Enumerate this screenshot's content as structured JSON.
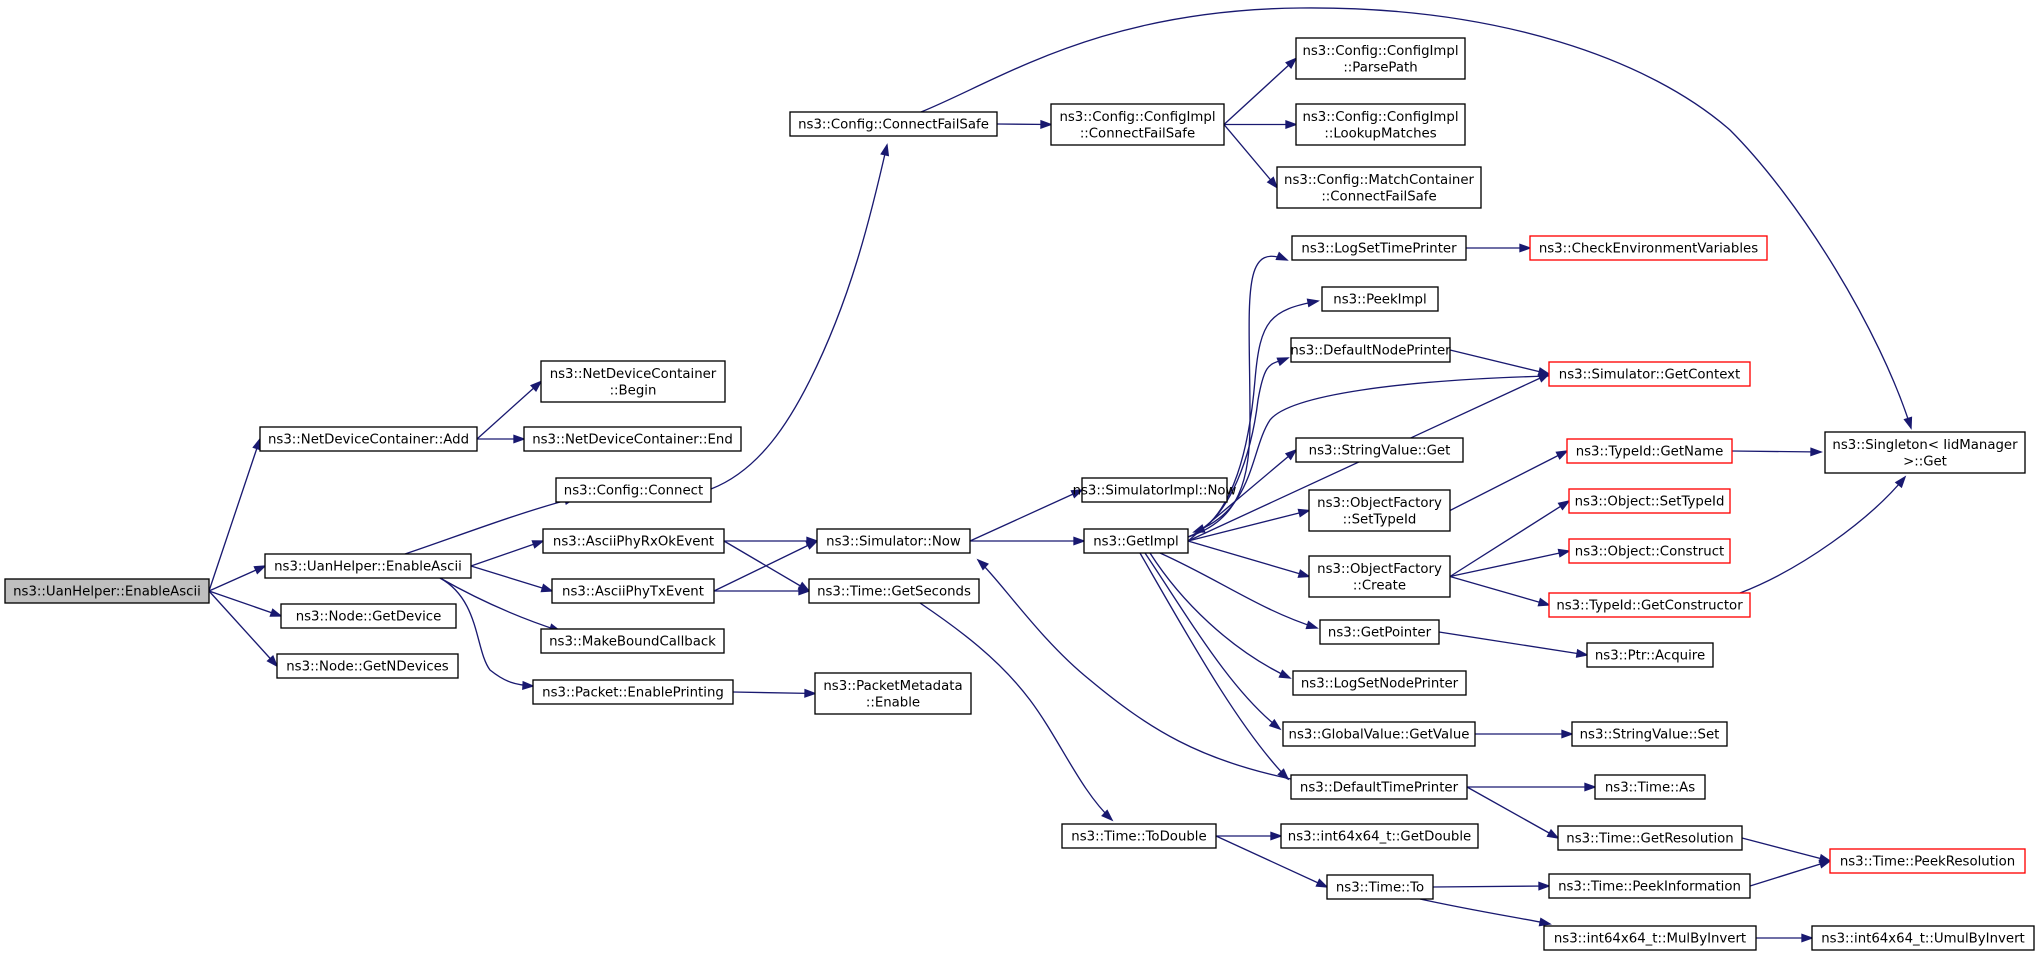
{
  "colors": {
    "edge": "#191970",
    "node_border": "#000000",
    "node_border_truncated": "#ff0000",
    "root_fill": "#bfbfbf",
    "node_fill": "#ffffff"
  },
  "nodes": [
    {
      "id": "n0",
      "lines": [
        "ns3::UanHelper::EnableAscii"
      ],
      "root": true
    },
    {
      "id": "n1",
      "lines": [
        "ns3::NetDeviceContainer::Add"
      ]
    },
    {
      "id": "n2",
      "lines": [
        "ns3::NetDeviceContainer",
        "::Begin"
      ]
    },
    {
      "id": "n3",
      "lines": [
        "ns3::NetDeviceContainer::End"
      ]
    },
    {
      "id": "n4",
      "lines": [
        "ns3::UanHelper::EnableAscii"
      ]
    },
    {
      "id": "n5",
      "lines": [
        "ns3::AsciiPhyRxOkEvent"
      ]
    },
    {
      "id": "n6",
      "lines": [
        "ns3::Simulator::Now"
      ]
    },
    {
      "id": "n7",
      "lines": [
        "ns3::GetImpl"
      ]
    },
    {
      "id": "n8",
      "lines": [
        "ns3::DefaultNodePrinter"
      ]
    },
    {
      "id": "n9",
      "lines": [
        "ns3::DefaultTimePrinter"
      ]
    },
    {
      "id": "n10",
      "lines": [
        "ns3::Time::As"
      ]
    },
    {
      "id": "n11",
      "lines": [
        "ns3::Time::GetResolution"
      ]
    },
    {
      "id": "n12",
      "lines": [
        "ns3::Time::PeekResolution"
      ],
      "truncated": true
    },
    {
      "id": "n13",
      "lines": [
        "ns3::ObjectFactory",
        "::Create"
      ]
    },
    {
      "id": "n14",
      "lines": [
        "ns3::TypeId::GetConstructor"
      ],
      "truncated": true
    },
    {
      "id": "n15",
      "lines": [
        "ns3::Singleton< IidManager",
        " >::Get"
      ]
    },
    {
      "id": "n16",
      "lines": [
        "ns3::Object::Construct"
      ],
      "truncated": true
    },
    {
      "id": "n17",
      "lines": [
        "ns3::Object::SetTypeId"
      ],
      "truncated": true
    },
    {
      "id": "n18",
      "lines": [
        "ns3::GetPointer"
      ]
    },
    {
      "id": "n19",
      "lines": [
        "ns3::Ptr::Acquire"
      ]
    },
    {
      "id": "n20",
      "lines": [
        "ns3::GlobalValue::GetValue"
      ]
    },
    {
      "id": "n21",
      "lines": [
        "ns3::StringValue::Set"
      ]
    },
    {
      "id": "n22",
      "lines": [
        "ns3::LogSetNodePrinter"
      ]
    },
    {
      "id": "n23",
      "lines": [
        "ns3::LogSetTimePrinter"
      ]
    },
    {
      "id": "n24",
      "lines": [
        "ns3::CheckEnvironmentVariables"
      ],
      "truncated": true
    },
    {
      "id": "n25",
      "lines": [
        "ns3::ObjectFactory",
        "::SetTypeId"
      ]
    },
    {
      "id": "n26",
      "lines": [
        "ns3::TypeId::GetName"
      ],
      "truncated": true
    },
    {
      "id": "n27",
      "lines": [
        "ns3::PeekImpl"
      ]
    },
    {
      "id": "n28",
      "lines": [
        "ns3::Simulator::GetContext"
      ],
      "truncated": true
    },
    {
      "id": "n29",
      "lines": [
        "ns3::StringValue::Get"
      ]
    },
    {
      "id": "n30",
      "lines": [
        "ns3::SimulatorImpl::Now"
      ]
    },
    {
      "id": "n31",
      "lines": [
        "ns3::Time::GetSeconds"
      ]
    },
    {
      "id": "n32",
      "lines": [
        "ns3::Time::ToDouble"
      ]
    },
    {
      "id": "n33",
      "lines": [
        "ns3::int64x64_t::GetDouble"
      ]
    },
    {
      "id": "n34",
      "lines": [
        "ns3::Time::To"
      ]
    },
    {
      "id": "n35",
      "lines": [
        "ns3::int64x64_t::MulByInvert"
      ]
    },
    {
      "id": "n36",
      "lines": [
        "ns3::int64x64_t::UmulByInvert"
      ]
    },
    {
      "id": "n37",
      "lines": [
        "ns3::Time::PeekInformation"
      ]
    },
    {
      "id": "n38",
      "lines": [
        "ns3::AsciiPhyTxEvent"
      ]
    },
    {
      "id": "n39",
      "lines": [
        "ns3::Config::Connect"
      ]
    },
    {
      "id": "n40",
      "lines": [
        "ns3::Config::ConnectFailSafe"
      ]
    },
    {
      "id": "n41",
      "lines": [
        "ns3::Config::ConfigImpl",
        "::ConnectFailSafe"
      ]
    },
    {
      "id": "n42",
      "lines": [
        "ns3::Config::ConfigImpl",
        "::LookupMatches"
      ]
    },
    {
      "id": "n43",
      "lines": [
        "ns3::Config::MatchContainer",
        "::ConnectFailSafe"
      ]
    },
    {
      "id": "n44",
      "lines": [
        "ns3::Config::ConfigImpl",
        "::ParsePath"
      ]
    },
    {
      "id": "n45",
      "lines": [
        "ns3::MakeBoundCallback"
      ]
    },
    {
      "id": "n46",
      "lines": [
        "ns3::Packet::EnablePrinting"
      ]
    },
    {
      "id": "n47",
      "lines": [
        "ns3::PacketMetadata",
        "::Enable"
      ]
    },
    {
      "id": "n48",
      "lines": [
        "ns3::Node::GetDevice"
      ]
    },
    {
      "id": "n49",
      "lines": [
        "ns3::Node::GetNDevices"
      ]
    }
  ],
  "edges": [
    [
      "n0",
      "n1"
    ],
    [
      "n0",
      "n4"
    ],
    [
      "n0",
      "n48"
    ],
    [
      "n0",
      "n49"
    ],
    [
      "n1",
      "n2"
    ],
    [
      "n1",
      "n3"
    ],
    [
      "n4",
      "n5"
    ],
    [
      "n4",
      "n38"
    ],
    [
      "n4",
      "n39"
    ],
    [
      "n4",
      "n45"
    ],
    [
      "n4",
      "n46"
    ],
    [
      "n5",
      "n6"
    ],
    [
      "n5",
      "n31"
    ],
    [
      "n6",
      "n7"
    ],
    [
      "n6",
      "n30"
    ],
    [
      "n7",
      "n8"
    ],
    [
      "n7",
      "n9"
    ],
    [
      "n7",
      "n13"
    ],
    [
      "n7",
      "n18"
    ],
    [
      "n7",
      "n20"
    ],
    [
      "n7",
      "n22"
    ],
    [
      "n7",
      "n23"
    ],
    [
      "n7",
      "n25"
    ],
    [
      "n7",
      "n27"
    ],
    [
      "n7",
      "n28"
    ],
    [
      "n7",
      "n29"
    ],
    [
      "n9",
      "n6"
    ],
    [
      "n9",
      "n10"
    ],
    [
      "n9",
      "n11"
    ],
    [
      "n11",
      "n12"
    ],
    [
      "n13",
      "n14"
    ],
    [
      "n13",
      "n16"
    ],
    [
      "n13",
      "n17"
    ],
    [
      "n14",
      "n15"
    ],
    [
      "n18",
      "n19"
    ],
    [
      "n20",
      "n21"
    ],
    [
      "n23",
      "n24"
    ],
    [
      "n25",
      "n26"
    ],
    [
      "n26",
      "n15"
    ],
    [
      "n8",
      "n28"
    ],
    [
      "n28",
      "n7"
    ],
    [
      "n31",
      "n32"
    ],
    [
      "n32",
      "n33"
    ],
    [
      "n32",
      "n34"
    ],
    [
      "n34",
      "n35"
    ],
    [
      "n34",
      "n37"
    ],
    [
      "n35",
      "n36"
    ],
    [
      "n37",
      "n12"
    ],
    [
      "n38",
      "n6"
    ],
    [
      "n38",
      "n31"
    ],
    [
      "n39",
      "n40"
    ],
    [
      "n40",
      "n41"
    ],
    [
      "n40",
      "n15"
    ],
    [
      "n41",
      "n42"
    ],
    [
      "n41",
      "n43"
    ],
    [
      "n41",
      "n44"
    ],
    [
      "n46",
      "n47"
    ]
  ]
}
